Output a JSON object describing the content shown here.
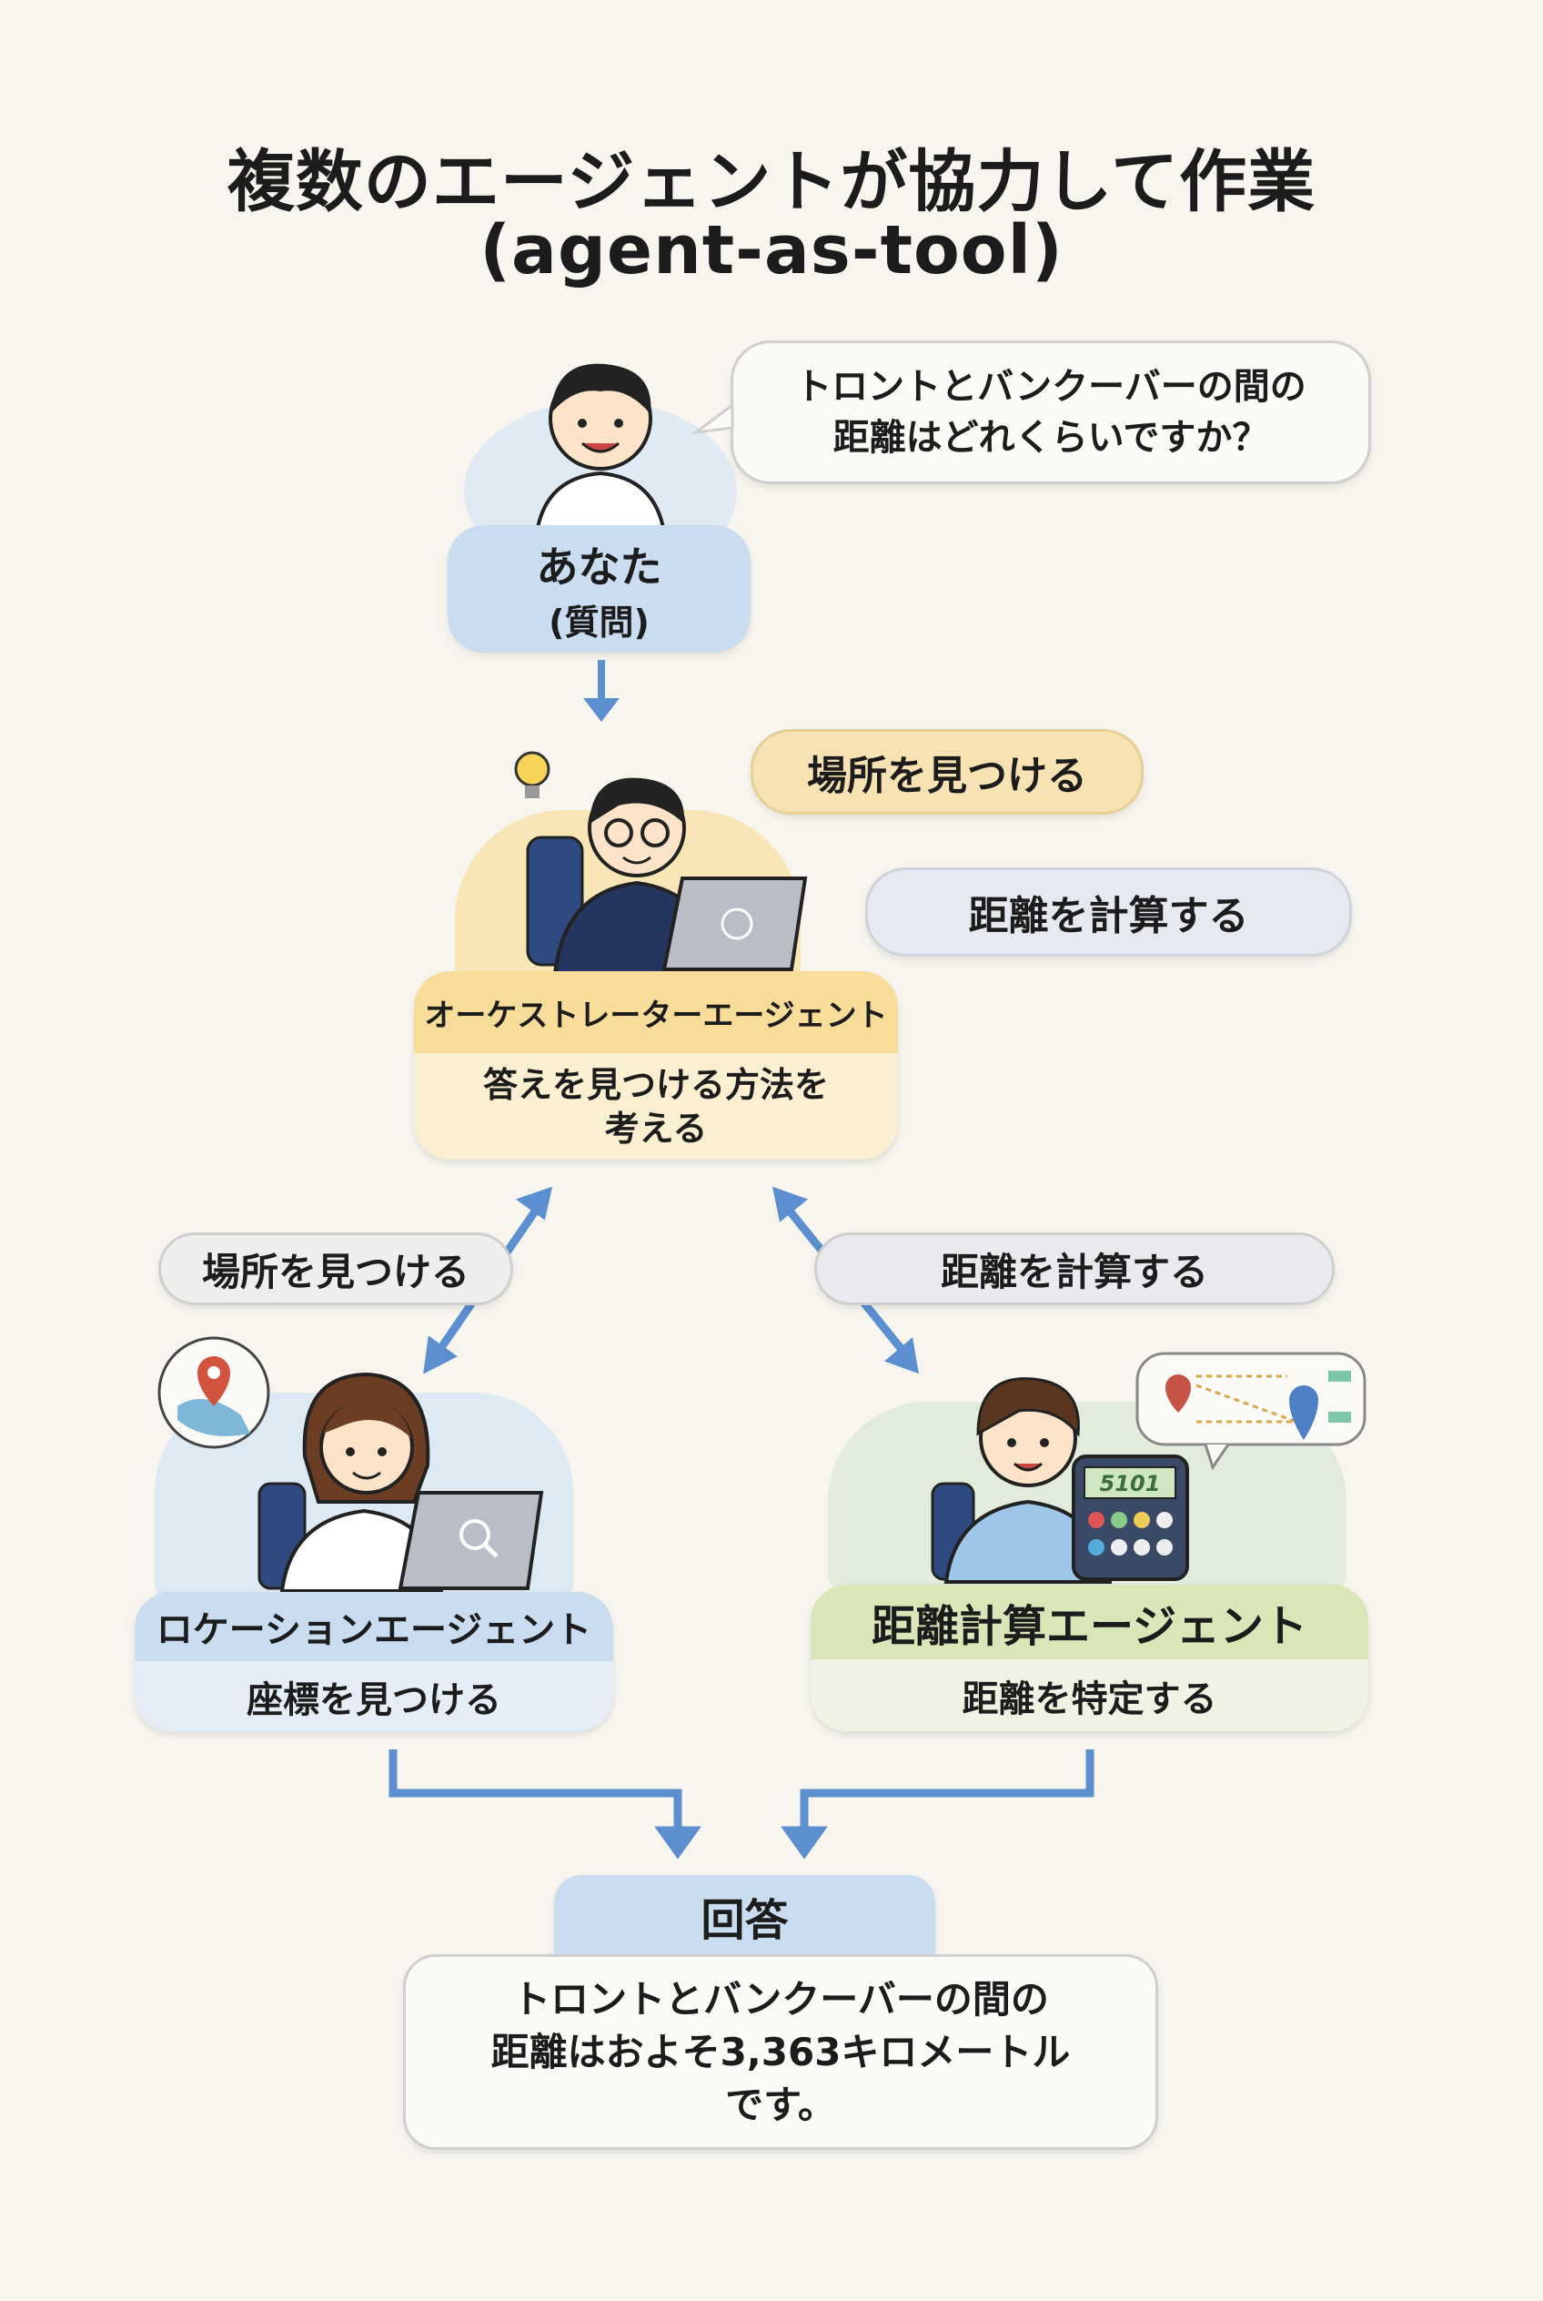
{
  "title": {
    "line1": "複数のエージェントが協力して作業",
    "line2": "(agent-as-tool)"
  },
  "user": {
    "name": "あなた",
    "role": "(質問)",
    "question_line1": "トロントとバンクーバーの間の",
    "question_line2": "距離はどれくらいですか？"
  },
  "orchestrator": {
    "thought1": "場所を見つける",
    "thought2": "距離を計算する",
    "name": "オーケストレーターエージェント",
    "desc_line1": "答えを見つける方法を",
    "desc_line2": "考える"
  },
  "edges": {
    "to_location": "場所を見つける",
    "to_distance": "距離を計算する"
  },
  "location_agent": {
    "name": "ロケーションエージェント",
    "desc": "座標を見つける"
  },
  "distance_agent": {
    "name": "距離計算エージェント",
    "desc": "距離を特定する",
    "calculator_display": "5101"
  },
  "answer": {
    "label": "回答",
    "line1": "トロントとバンクーバーの間の",
    "line2": "距離はおよそ3,363キロメートル",
    "line3": "です。"
  },
  "colors": {
    "blue": "#c9dcf0",
    "yellow": "#f7dc9a",
    "green": "#d9e6b8",
    "arrow": "#5b8fcf"
  }
}
